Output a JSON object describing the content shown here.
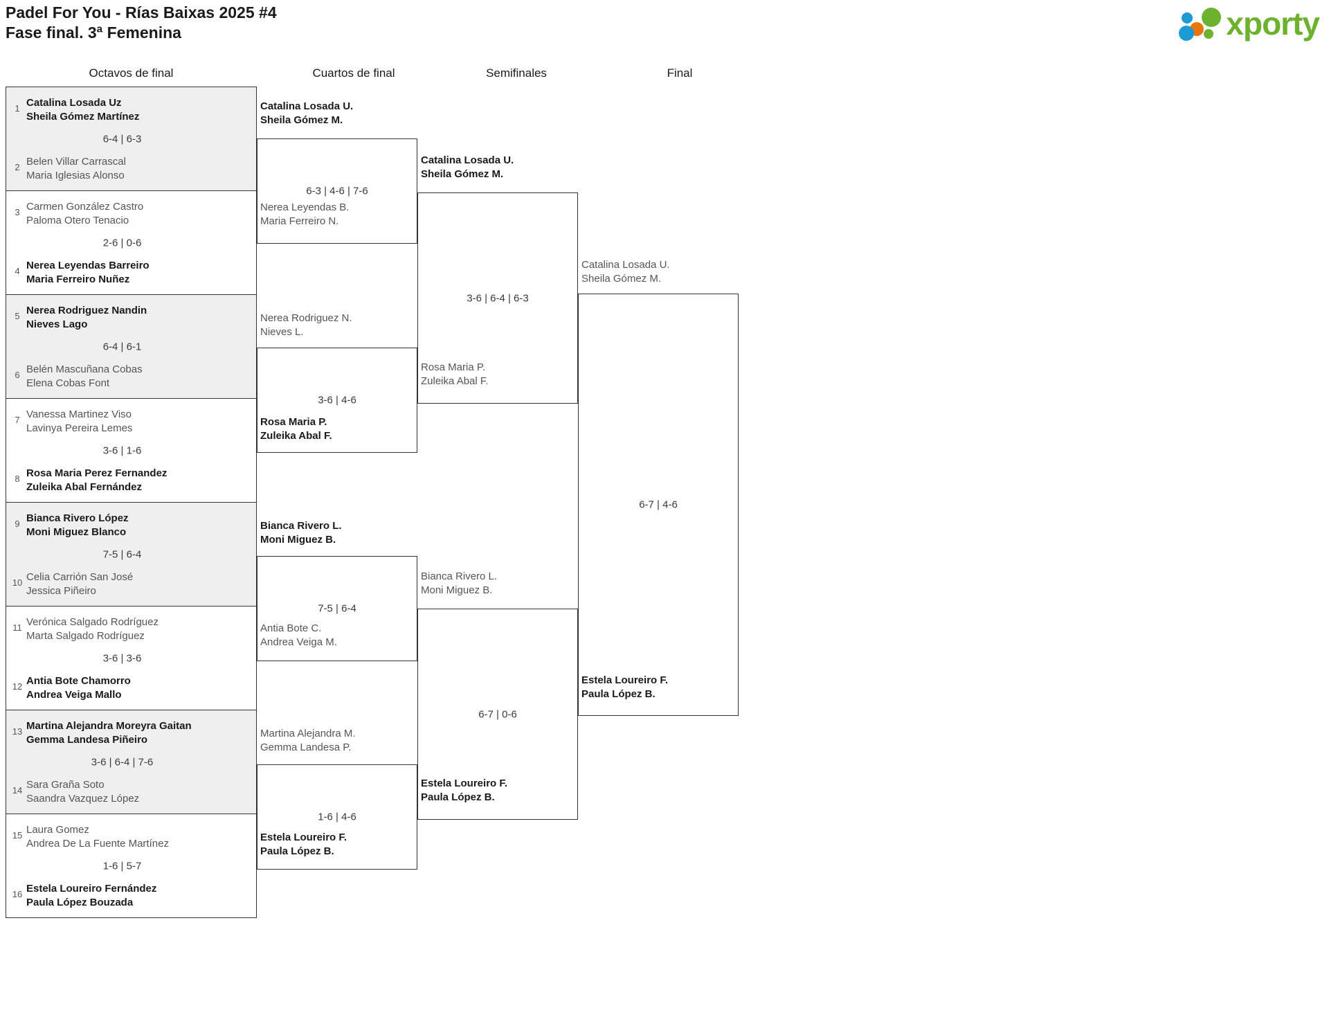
{
  "header": {
    "title_line1": "Padel For You - Rías Baixas 2025 #4",
    "title_line2": "Fase final. 3ª Femenina",
    "logo_text": "xporty",
    "logo_colors": {
      "green": "#6cb22e",
      "blue": "#1b9ad6",
      "orange": "#e8760c"
    }
  },
  "rounds": [
    {
      "label": "Octavos de final"
    },
    {
      "label": "Cuartos de final"
    },
    {
      "label": "Semifinales"
    },
    {
      "label": "Final"
    }
  ],
  "round1": {
    "matches": [
      {
        "score": "6-4 | 6-3",
        "top": {
          "seed": "1",
          "line1": "Catalina Losada Uz",
          "line2": "Sheila Gómez Martínez",
          "result": "win"
        },
        "bottom": {
          "seed": "2",
          "line1": "Belen Villar Carrascal",
          "line2": "Maria Iglesias Alonso",
          "result": "lose"
        }
      },
      {
        "score": "2-6 | 0-6",
        "top": {
          "seed": "3",
          "line1": "Carmen González Castro",
          "line2": "Paloma Otero Tenacio",
          "result": "lose"
        },
        "bottom": {
          "seed": "4",
          "line1": "Nerea Leyendas Barreiro",
          "line2": "Maria Ferreiro Nuñez",
          "result": "win"
        }
      },
      {
        "score": "6-4 | 6-1",
        "top": {
          "seed": "5",
          "line1": "Nerea Rodriguez Nandin",
          "line2": "Nieves Lago",
          "result": "win"
        },
        "bottom": {
          "seed": "6",
          "line1": "Belén Mascuñana Cobas",
          "line2": "Elena Cobas Font",
          "result": "lose"
        }
      },
      {
        "score": "3-6 | 1-6",
        "top": {
          "seed": "7",
          "line1": "Vanessa Martinez Viso",
          "line2": "Lavinya Pereira Lemes",
          "result": "lose"
        },
        "bottom": {
          "seed": "8",
          "line1": "Rosa Maria Perez Fernandez",
          "line2": "Zuleika Abal Fernández",
          "result": "win"
        }
      },
      {
        "score": "7-5 | 6-4",
        "top": {
          "seed": "9",
          "line1": "Bianca Rivero López",
          "line2": "Moni Miguez Blanco",
          "result": "win"
        },
        "bottom": {
          "seed": "10",
          "line1": "Celia Carrión San José",
          "line2": "Jessica Piñeiro",
          "result": "lose"
        }
      },
      {
        "score": "3-6 | 3-6",
        "top": {
          "seed": "11",
          "line1": "Verónica Salgado Rodríguez",
          "line2": "Marta Salgado Rodríguez",
          "result": "lose"
        },
        "bottom": {
          "seed": "12",
          "line1": "Antia Bote Chamorro",
          "line2": "Andrea Veiga Mallo",
          "result": "win"
        }
      },
      {
        "score": "3-6 | 6-4 | 7-6",
        "top": {
          "seed": "13",
          "line1": "Martina Alejandra Moreyra Gaitan",
          "line2": "Gemma Landesa Piñeiro",
          "result": "win"
        },
        "bottom": {
          "seed": "14",
          "line1": "Sara Graña Soto",
          "line2": "Saandra Vazquez López",
          "result": "lose"
        }
      },
      {
        "score": "1-6 | 5-7",
        "top": {
          "seed": "15",
          "line1": "Laura Gomez",
          "line2": "Andrea De La Fuente Martínez",
          "result": "lose"
        },
        "bottom": {
          "seed": "16",
          "line1": "Estela Loureiro Fernández",
          "line2": "Paula López Bouzada",
          "result": "win"
        }
      }
    ]
  },
  "round2": {
    "matches": [
      {
        "score": "6-3 | 4-6 | 7-6",
        "top": {
          "line1": "Catalina Losada U.",
          "line2": "Sheila Gómez M.",
          "result": "win"
        },
        "bottom": {
          "line1": "Nerea Leyendas B.",
          "line2": "Maria Ferreiro N.",
          "result": "lose"
        }
      },
      {
        "score": "3-6 | 4-6",
        "top": {
          "line1": "Nerea Rodriguez N.",
          "line2": "Nieves L.",
          "result": "lose"
        },
        "bottom": {
          "line1": "Rosa Maria P.",
          "line2": "Zuleika Abal F.",
          "result": "win"
        }
      },
      {
        "score": "7-5 | 6-4",
        "top": {
          "line1": "Bianca Rivero L.",
          "line2": "Moni Miguez B.",
          "result": "win"
        },
        "bottom": {
          "line1": "Antia Bote C.",
          "line2": "Andrea Veiga M.",
          "result": "lose"
        }
      },
      {
        "score": "1-6 | 4-6",
        "top": {
          "line1": "Martina Alejandra M.",
          "line2": "Gemma Landesa P.",
          "result": "lose"
        },
        "bottom": {
          "line1": "Estela Loureiro F.",
          "line2": "Paula López B.",
          "result": "win"
        }
      }
    ]
  },
  "round3": {
    "matches": [
      {
        "score": "3-6 | 6-4 | 6-3",
        "top": {
          "line1": "Catalina Losada U.",
          "line2": "Sheila Gómez M.",
          "result": "win"
        },
        "bottom": {
          "line1": "Rosa Maria P.",
          "line2": "Zuleika Abal F.",
          "result": "lose"
        }
      },
      {
        "score": "6-7 | 0-6",
        "top": {
          "line1": "Bianca Rivero L.",
          "line2": "Moni Miguez B.",
          "result": "lose"
        },
        "bottom": {
          "line1": "Estela Loureiro F.",
          "line2": "Paula López B.",
          "result": "win"
        }
      }
    ]
  },
  "round4": {
    "matches": [
      {
        "score": "6-7 | 4-6",
        "top": {
          "line1": "Catalina Losada U.",
          "line2": "Sheila Gómez M.",
          "result": "lose"
        },
        "bottom": {
          "line1": "Estela Loureiro F.",
          "line2": "Paula López B.",
          "result": "win"
        }
      }
    ]
  }
}
